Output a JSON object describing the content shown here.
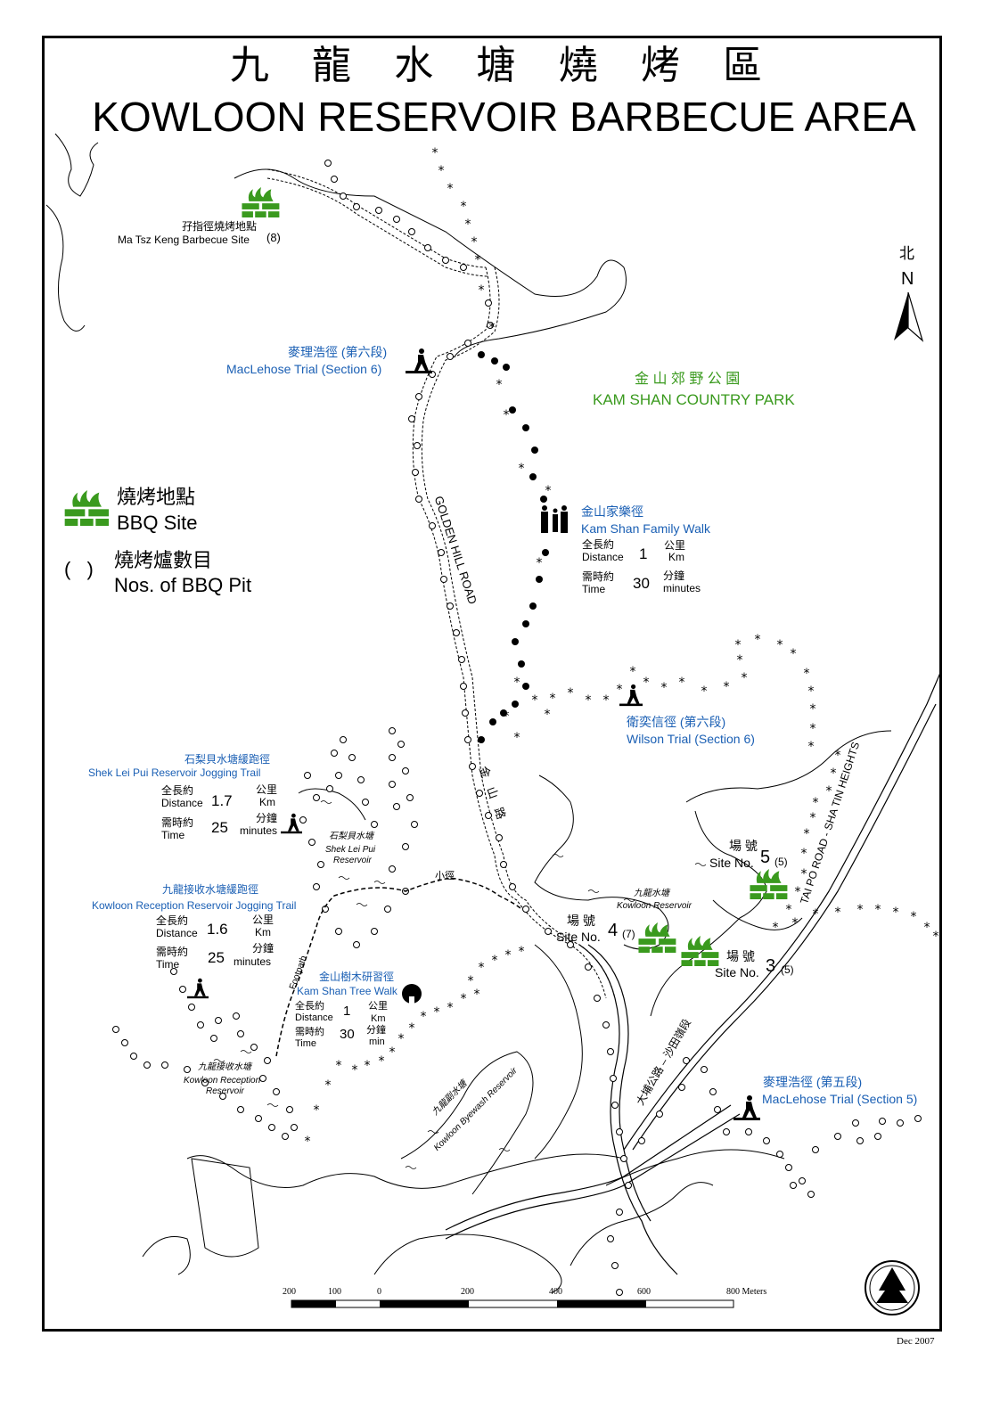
{
  "title": {
    "cn": "九 龍 水 塘 燒 烤 區",
    "en": "KOWLOON RESERVOIR BARBECUE AREA"
  },
  "north": {
    "cn": "北",
    "en": "N"
  },
  "legend": {
    "bbq_site_cn": "燒烤地點",
    "bbq_site_en": "BBQ Site",
    "pits_symbol": "( )",
    "pits_cn": "燒烤爐數目",
    "pits_en": "Nos. of BBQ Pit"
  },
  "labels": {
    "ma_tsz_keng_cn": "孖指徑燒烤地點",
    "ma_tsz_keng_en": "Ma Tsz Keng Barbecue Site",
    "ma_tsz_keng_pits": "(8)",
    "maclehose6_cn": "麥理浩徑 (第六段)",
    "maclehose6_en": "MacLehose Trial (Section 6)",
    "kam_shan_park_cn": "金 山 郊 野 公 園",
    "kam_shan_park_en": "KAM  SHAN  COUNTRY  PARK",
    "golden_hill_road": "GOLDEN HILL ROAD",
    "golden_hill_road_cn": "金 山 路",
    "family_walk_cn": "金山家樂徑",
    "family_walk_en": "Kam Shan Family Walk",
    "family_distance_cn": "全長約",
    "family_distance_en": "Distance",
    "family_distance_value": "1",
    "family_distance_unit_cn": "公里",
    "family_distance_unit_en": "Km",
    "family_time_cn": "需時約",
    "family_time_en": "Time",
    "family_time_value": "30",
    "family_time_unit_cn": "分鐘",
    "family_time_unit_en": "minutes",
    "wilson_cn": "衛奕信徑 (第六段)",
    "wilson_en": "Wilson Trial (Section 6)",
    "shek_lei_pui_trail_cn": "石梨貝水塘緩跑徑",
    "shek_lei_pui_trail_en": "Shek Lei Pui Reservoir Jogging Trail",
    "slp_distance_cn": "全長約",
    "slp_distance_en": "Distance",
    "slp_distance_value": "1.7",
    "slp_distance_unit_cn": "公里",
    "slp_distance_unit_en": "Km",
    "slp_time_cn": "需時約",
    "slp_time_en": "Time",
    "slp_time_value": "25",
    "slp_time_unit_cn": "分鐘",
    "slp_time_unit_en": "minutes",
    "shek_lei_pui_res_cn": "石梨貝水塘",
    "shek_lei_pui_res_en1": "Shek Lei Pui",
    "shek_lei_pui_res_en2": "Reservoir",
    "footpath_cn": "小徑",
    "footpath_en": "Footpath",
    "kowloon_res_cn": "九龍水塘",
    "kowloon_res_en": "Kowloon Reservoir",
    "kr_trail_cn": "九龍接收水塘緩跑徑",
    "kr_trail_en": "Kowloon Reception Reservoir Jogging Trail",
    "kr_distance_cn": "全長約",
    "kr_distance_en": "Distance",
    "kr_distance_value": "1.6",
    "kr_distance_unit_cn": "公里",
    "kr_distance_unit_en": "Km",
    "kr_time_cn": "需時約",
    "kr_time_en": "Time",
    "kr_time_value": "25",
    "kr_time_unit_cn": "分鐘",
    "kr_time_unit_en": "minutes",
    "tree_walk_cn": "金山樹木研習徑",
    "tree_walk_en": "Kam Shan Tree Walk",
    "tw_distance_cn": "全長約",
    "tw_distance_en": "Distance",
    "tw_distance_value": "1",
    "tw_distance_unit_cn": "公里",
    "tw_distance_unit_en": "Km",
    "tw_time_cn": "需時約",
    "tw_time_en": "Time",
    "tw_time_value": "30",
    "tw_time_unit_cn": "分鐘",
    "tw_time_unit_en": "min",
    "kr_res_cn": "九龍接收水塘",
    "kr_res_en1": "Kowloon Reception",
    "kr_res_en2": "Reservoir",
    "byewash_cn": "九龍副水塘",
    "byewash_en": "Kowloon Byewash Reservoir",
    "site5_cn": "場 號",
    "site5_en": "Site No.",
    "site5_num": "5",
    "site5_pits": "(5)",
    "site4_cn": "場 號",
    "site4_en": "Site No.",
    "site4_num": "4",
    "site4_pits": "(7)",
    "site3_cn": "場 號",
    "site3_en": "Site No.",
    "site3_num": "3",
    "site3_pits": "(5)",
    "tai_po_road": "TAI PO ROAD - SHA TIN HEIGHTS",
    "tai_po_road_cn": "大埔公路 – 沙田嶺段",
    "maclehose5_cn": "麥理浩徑 (第五段)",
    "maclehose5_en": "MacLehose Trial (Section 5)"
  },
  "scale": {
    "ticks": [
      "200",
      "100",
      "0",
      "200",
      "400",
      "600",
      "800 Meters"
    ]
  },
  "date": "Dec 2007",
  "colors": {
    "green": "#3a9a1e",
    "blue": "#1a5fb4",
    "line": "#000000"
  }
}
